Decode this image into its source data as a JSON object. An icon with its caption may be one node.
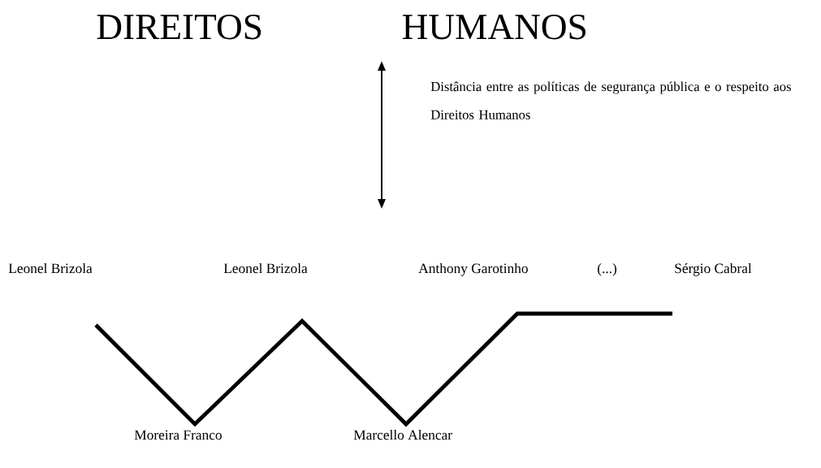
{
  "diagram": {
    "title": "DIREITOS HUMANOS",
    "labels": [
      "Distância entre as políticas de segurança pública e o respeito aos Direitos Humanos",
      "Leonel Brizola",
      "Leonel Brizola",
      "Anthony Garotinho",
      "(...)",
      "Sérgio Cabral",
      "Moreira Franco",
      "Marcello Alencar"
    ]
  }
}
